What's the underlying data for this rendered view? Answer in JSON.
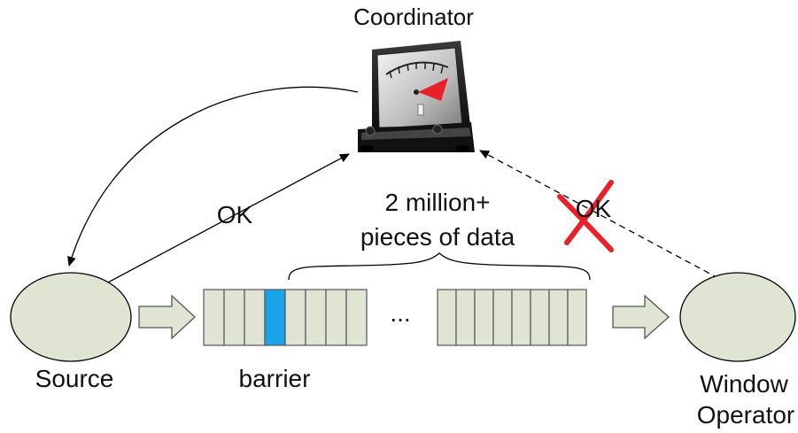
{
  "labels": {
    "coordinator": "Coordinator",
    "ok_source": "OK",
    "ok_window": "OK",
    "data_line1": "2 million+",
    "data_line2": "pieces of data",
    "ellipsis": "...",
    "source": "Source",
    "barrier": "barrier",
    "window_line1": "Window",
    "window_line2": "Operator"
  },
  "colors": {
    "node_fill": "#dfe5d2",
    "barrier": "#1aa3e8",
    "cross": "#e8202a"
  },
  "icons": {
    "coordinator": "meter-gauge-icon"
  },
  "queue_groups": [
    {
      "cells": 8,
      "barrier_index": 3
    },
    {
      "cells": 8,
      "barrier_index": -1
    }
  ]
}
